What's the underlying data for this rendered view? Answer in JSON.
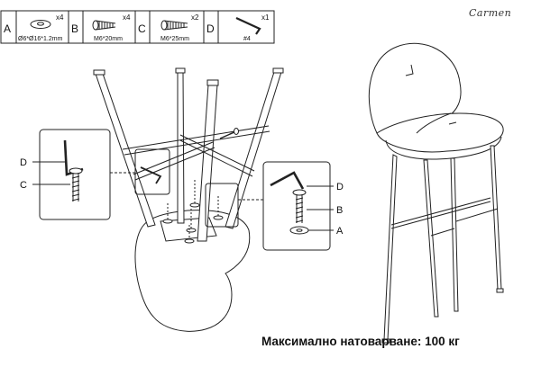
{
  "brand": "Carmen",
  "parts": [
    {
      "letter": "A",
      "qty": "x4",
      "spec": "Ø6*Ø16*1.2mm",
      "icon": "washer-icon"
    },
    {
      "letter": "B",
      "qty": "x4",
      "spec": "M6*20mm",
      "icon": "short-bolt-icon"
    },
    {
      "letter": "C",
      "qty": "x2",
      "spec": "M6*25mm",
      "icon": "long-bolt-icon"
    },
    {
      "letter": "D",
      "qty": "x1",
      "spec": "#4",
      "icon": "allen-key-icon"
    }
  ],
  "callouts": {
    "left": [
      "D",
      "C"
    ],
    "right": [
      "D",
      "B",
      "A"
    ]
  },
  "max_load": "Максимално натоварване: 100 кг"
}
